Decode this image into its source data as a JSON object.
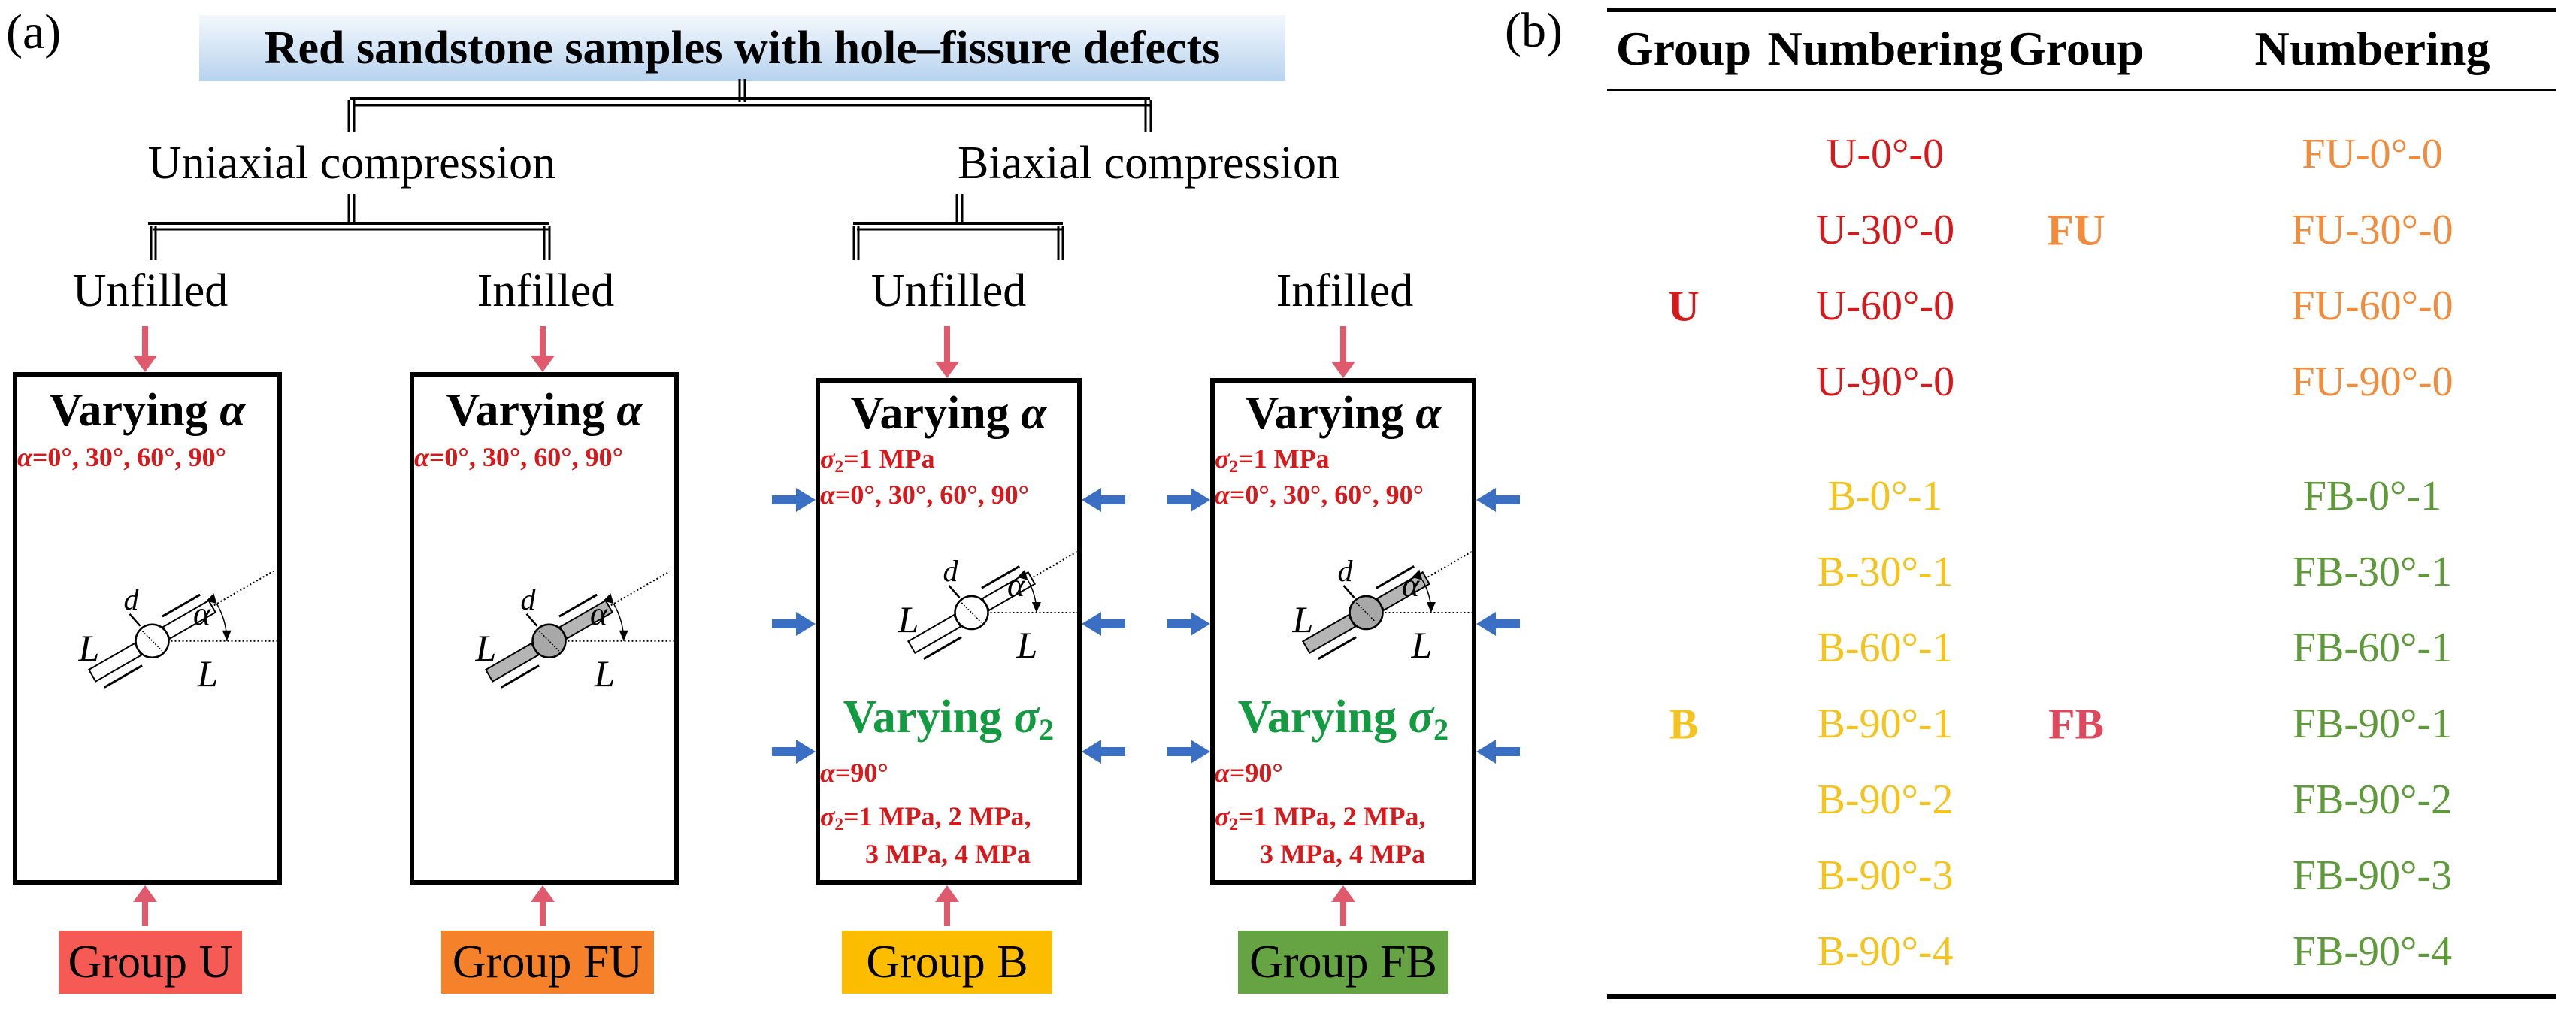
{
  "colors": {
    "red": "#d7191c",
    "green": "#139b41",
    "force_arrow": "#e05a6e",
    "lateral_arrow": "#3a6fc4",
    "group_u": "#f65a55",
    "group_fu": "#f5822a",
    "group_b": "#fcbd00",
    "group_fb": "#66a343",
    "table_u": "#d7191c",
    "table_fu": "#f08c3c",
    "table_b": "#f5c31c",
    "table_fb_label": "#e0485e",
    "table_fb": "#5f9a3a"
  },
  "panel_a": {
    "label": "(a)",
    "title": "Red sandstone samples with hole–fissure defects",
    "branches": [
      {
        "label": "Uniaxial compression",
        "children": [
          "Unfilled",
          "Infilled"
        ]
      },
      {
        "label": "Biaxial compression",
        "children": [
          "Unfilled",
          "Infilled"
        ]
      }
    ],
    "specimens": [
      {
        "title_text": "Varying ",
        "title_symbol": "α",
        "lines": [
          {
            "sym": "α",
            "text": "=0°, 30°, 60°, 90°"
          }
        ],
        "hole": "unfilled",
        "lateral": false,
        "group": "Group U"
      },
      {
        "title_text": "Varying ",
        "title_symbol": "α",
        "lines": [
          {
            "sym": "α",
            "text": "=0°, 30°, 60°, 90°"
          }
        ],
        "hole": "infilled",
        "lateral": false,
        "group": "Group FU"
      },
      {
        "title_text": "Varying ",
        "title_symbol": "α",
        "sigma_line": "=1 MPa",
        "alpha_line": "=0°, 30°, 60°, 90°",
        "second_title_text": "Varying ",
        "second_title_symbol": "σ",
        "second_title_sub": "2",
        "alpha_fixed": "=90°",
        "sigma_range_1": "=1 MPa, 2 MPa,",
        "sigma_range_2": "3 MPa, 4 MPa",
        "hole": "unfilled",
        "lateral": true,
        "group": "Group B"
      },
      {
        "title_text": "Varying ",
        "title_symbol": "α",
        "sigma_line": "=1 MPa",
        "alpha_line": "=0°, 30°, 60°, 90°",
        "second_title_text": "Varying ",
        "second_title_symbol": "σ",
        "second_title_sub": "2",
        "alpha_fixed": "=90°",
        "sigma_range_1": "=1 MPa, 2 MPa,",
        "sigma_range_2": "3 MPa, 4 MPa",
        "hole": "infilled",
        "lateral": true,
        "group": "Group FB"
      }
    ],
    "sketch_labels": {
      "d": "d",
      "L": "L",
      "alpha": "α",
      "sigma": "σ",
      "sub2": "2"
    }
  },
  "panel_b": {
    "label": "(b)",
    "headers": [
      "Group",
      "Numbering",
      "Group",
      "Numbering"
    ],
    "groups": [
      {
        "name": "U",
        "column": "left",
        "items": [
          "U-0°-0",
          "U-30°-0",
          "U-60°-0",
          "U-90°-0"
        ]
      },
      {
        "name": "FU",
        "column": "right",
        "items": [
          "FU-0°-0",
          "FU-30°-0",
          "FU-60°-0",
          "FU-90°-0"
        ]
      },
      {
        "name": "B",
        "column": "left",
        "items": [
          "B-0°-1",
          "B-30°-1",
          "B-60°-1",
          "B-90°-1",
          "B-90°-2",
          "B-90°-3",
          "B-90°-4"
        ]
      },
      {
        "name": "FB",
        "column": "right",
        "items": [
          "FB-0°-1",
          "FB-30°-1",
          "FB-60°-1",
          "FB-90°-1",
          "FB-90°-2",
          "FB-90°-3",
          "FB-90°-4"
        ]
      }
    ]
  }
}
